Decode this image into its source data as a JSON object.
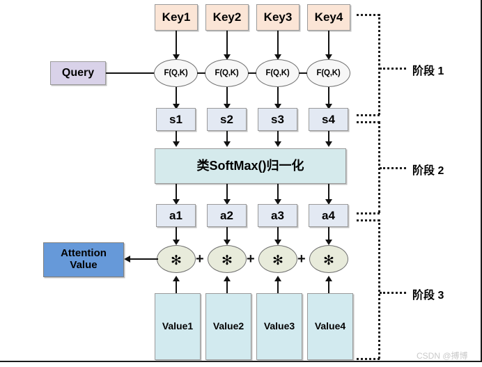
{
  "diagram": {
    "title": "Attention mechanism three-stage computation diagram",
    "keys": [
      {
        "label": "Key1"
      },
      {
        "label": "Key2"
      },
      {
        "label": "Key3"
      },
      {
        "label": "Key4"
      }
    ],
    "query": {
      "label": "Query"
    },
    "fqk": [
      {
        "label": "F(Q,K)"
      },
      {
        "label": "F(Q,K)"
      },
      {
        "label": "F(Q,K)"
      },
      {
        "label": "F(Q,K)"
      }
    ],
    "scores": [
      {
        "label": "s1"
      },
      {
        "label": "s2"
      },
      {
        "label": "s3"
      },
      {
        "label": "s4"
      }
    ],
    "softmax": {
      "label": "类SoftMax()归一化"
    },
    "alphas": [
      {
        "label": "a1"
      },
      {
        "label": "a2"
      },
      {
        "label": "a3"
      },
      {
        "label": "a4"
      }
    ],
    "multipliers": [
      {
        "label": "✻"
      },
      {
        "label": "✻"
      },
      {
        "label": "✻"
      },
      {
        "label": "✻"
      }
    ],
    "adders": [
      {
        "label": "+"
      },
      {
        "label": "+"
      },
      {
        "label": "+"
      }
    ],
    "values": [
      {
        "label": "Value1"
      },
      {
        "label": "Value2"
      },
      {
        "label": "Value3"
      },
      {
        "label": "Value4"
      }
    ],
    "attention_value": {
      "label": "Attention\nValue"
    },
    "stages": [
      {
        "label": "阶段 1"
      },
      {
        "label": "阶段 2"
      },
      {
        "label": "阶段 3"
      }
    ],
    "watermark": {
      "label": "CSDN @搏博"
    },
    "colors": {
      "key_fill": "#fbe5d6",
      "query_fill": "#d9d2e9",
      "score_fill": "#e3e9f3",
      "softmax_fill": "#d5eaec",
      "alpha_fill": "#e3e9f3",
      "multiplier_fill": "#e8ebdb",
      "value_fill": "#d2eaef",
      "attention_value_fill": "#6699d9",
      "line": "#111111",
      "watermark": "#c9c9c9"
    }
  }
}
